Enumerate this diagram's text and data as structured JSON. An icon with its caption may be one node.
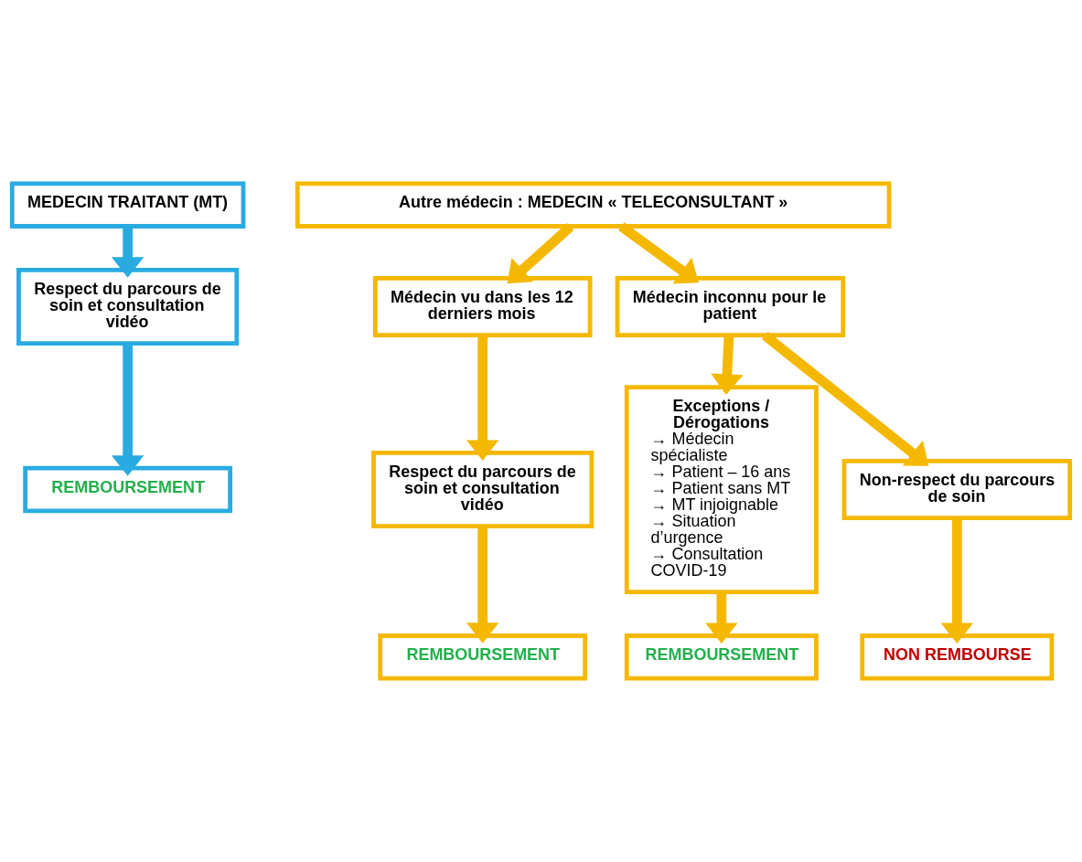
{
  "diagram": {
    "nodes": [
      {
        "text": [
          "MEDECIN TRAITANT (MT)"
        ]
      },
      {
        "text": [
          "Autre médecin : MEDECIN « TELECONSULTANT »"
        ]
      },
      {
        "text": [
          "Respect du parcours de soin et consultation vidéo"
        ]
      },
      {
        "text": [
          "Médecin vu dans les 12 derniers mois"
        ]
      },
      {
        "text": [
          "Médecin inconnu pour le patient"
        ]
      },
      {
        "text": [
          "REMBOURSEMENT"
        ]
      },
      {
        "text": [
          "Respect du parcours de soin et consultation vidéo"
        ]
      },
      {
        "text": [
          "Exceptions / Dérogations",
          "→ Médecin spécialiste",
          "→ Patient – 16 ans",
          "→ Patient sans MT",
          "→ MT injoignable",
          "→ Situation d’urgence",
          "→ Consultation COVID-19"
        ]
      },
      {
        "text": [
          "Non-respect du parcours de soin"
        ]
      },
      {
        "text": [
          "REMBOURSEMENT"
        ]
      },
      {
        "text": [
          "NON REMBOURSE"
        ]
      },
      {
        "text": [
          "REMBOURSEMENT"
        ]
      }
    ],
    "edges": [
      {
        "from": 0,
        "to": 2,
        "arrow": "to",
        "color": "#29abe2"
      },
      {
        "from": 2,
        "to": 5,
        "arrow": "to",
        "color": "#29abe2"
      },
      {
        "from": 1,
        "to": 3,
        "arrow": "to"
      },
      {
        "from": 1,
        "to": 4,
        "arrow": "to"
      },
      {
        "from": 3,
        "to": 6,
        "arrow": "to"
      },
      {
        "from": 6,
        "to": 9,
        "arrow": "to"
      },
      {
        "from": 4,
        "to": 7,
        "arrow": "to"
      },
      {
        "from": 4,
        "to": 8,
        "arrow": "to"
      },
      {
        "from": 7,
        "to": 11,
        "arrow": "to"
      },
      {
        "from": 8,
        "to": 10,
        "arrow": "to"
      }
    ]
  }
}
